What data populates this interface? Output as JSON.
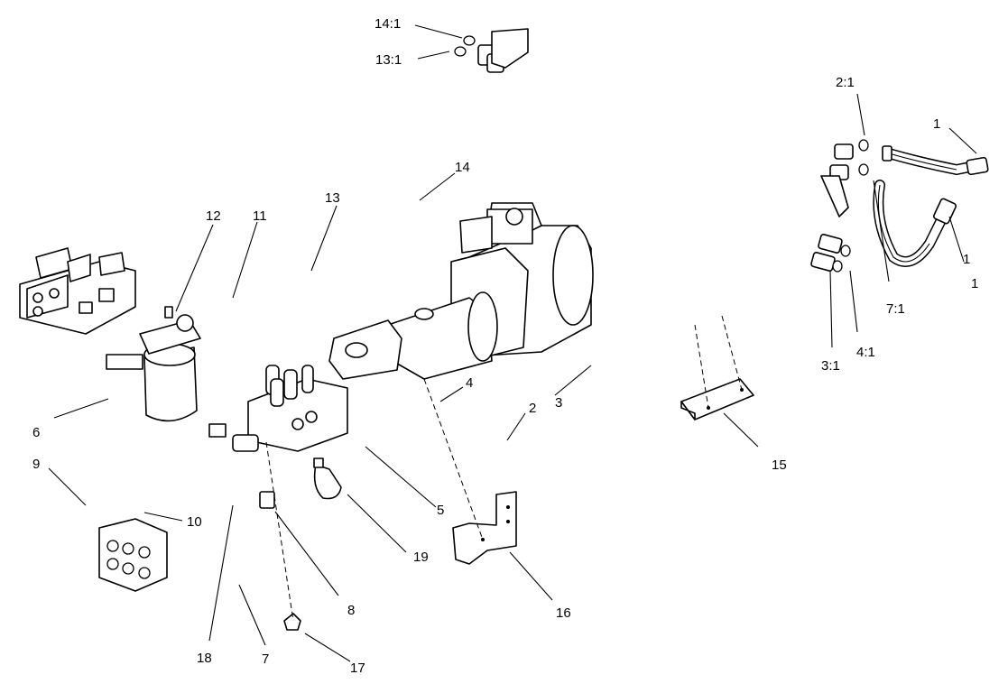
{
  "callouts": {
    "c14_1": "14:1",
    "c13_1": "13:1",
    "c2_1": "2:1",
    "c1_top": "1",
    "c1_right": "1",
    "c1_bottom": "1",
    "c7_1": "7:1",
    "c4_1": "4:1",
    "c3_1": "3:1",
    "c14": "14",
    "c13": "13",
    "c12": "12",
    "c11": "11",
    "c4": "4",
    "c3": "3",
    "c2": "2",
    "c15": "15",
    "c6": "6",
    "c9": "9",
    "c10": "10",
    "c5": "5",
    "c19": "19",
    "c16": "16",
    "c8": "8",
    "c18": "18",
    "c7": "7",
    "c17": "17"
  }
}
